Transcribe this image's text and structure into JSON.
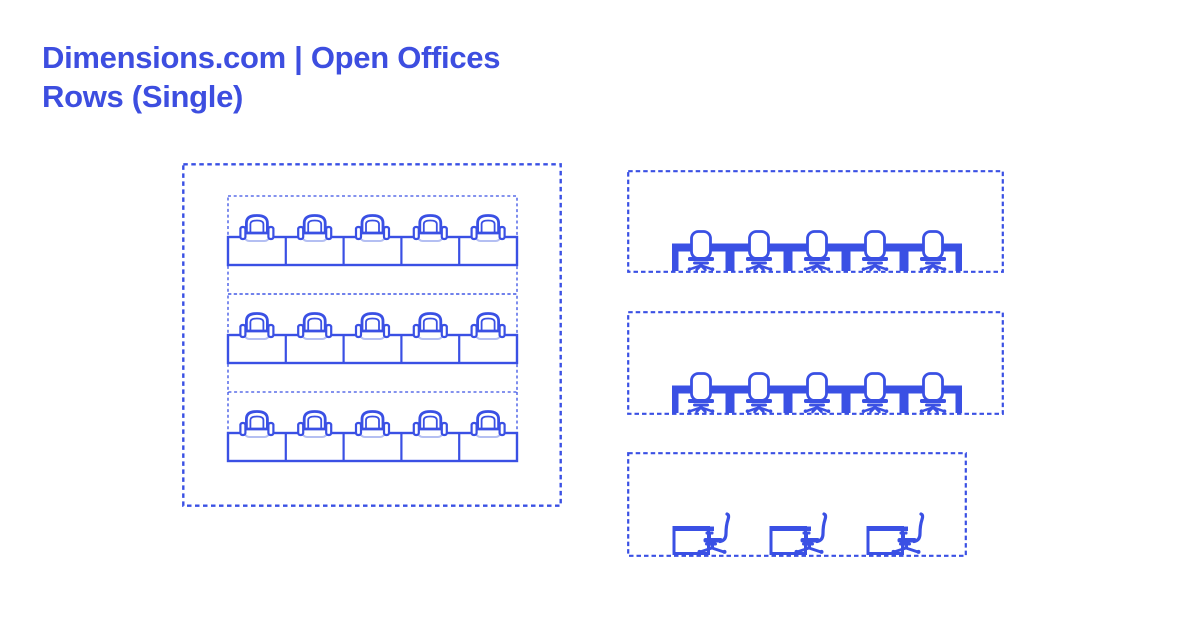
{
  "page": {
    "background": "#ffffff",
    "title_color": "#3d4ee0",
    "line_color": "#3a50e4",
    "light_line_color": "#b4bff2"
  },
  "header": {
    "title_line1": "Dimensions.com | Open Offices",
    "title_line2": "Rows (Single)"
  },
  "diagrams": {
    "plan_view": {
      "label": "plan-view-of-single-row-open-office",
      "rows": 3,
      "desks_per_row": 5,
      "chairs_per_row": 5
    },
    "front_elevations": [
      {
        "label": "front-elevation-row-1",
        "chairs": 5,
        "desk_modules": 5
      },
      {
        "label": "front-elevation-row-2",
        "chairs": 5,
        "desk_modules": 5
      }
    ],
    "side_elevation": {
      "label": "side-elevation-row",
      "workstations": 3
    }
  }
}
